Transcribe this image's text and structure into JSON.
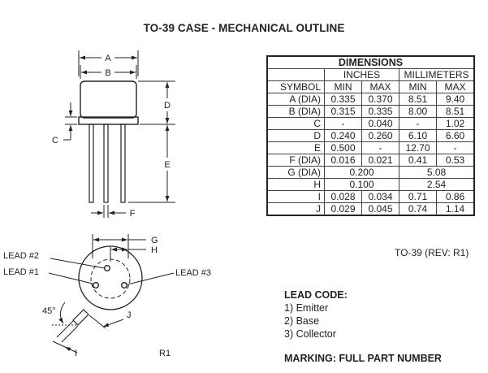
{
  "title": "TO-39 CASE - MECHANICAL OUTLINE",
  "drawing": {
    "side_view": {
      "A": "A",
      "B": "B",
      "C": "C",
      "D": "D",
      "E": "E",
      "F": "F"
    },
    "bottom_view": {
      "G": "G",
      "H": "H",
      "I": "I",
      "J": "J",
      "lead2": "LEAD #2",
      "lead1": "LEAD #1",
      "lead3": "LEAD #3",
      "angle": "45°"
    },
    "revision": "R1"
  },
  "table": {
    "title": "DIMENSIONS",
    "group_inches": "INCHES",
    "group_mm": "MILLIMETERS",
    "col_symbol": "SYMBOL",
    "col_min": "MIN",
    "col_max": "MAX",
    "rows": [
      {
        "symbol": "A (DIA)",
        "in_min": "0.335",
        "in_max": "0.370",
        "mm_min": "8.51",
        "mm_max": "9.40"
      },
      {
        "symbol": "B (DIA)",
        "in_min": "0.315",
        "in_max": "0.335",
        "mm_min": "8.00",
        "mm_max": "8.51"
      },
      {
        "symbol": "C",
        "in_min": "-",
        "in_max": "0.040",
        "mm_min": "-",
        "mm_max": "1.02"
      },
      {
        "symbol": "D",
        "in_min": "0.240",
        "in_max": "0.260",
        "mm_min": "6.10",
        "mm_max": "6.60"
      },
      {
        "symbol": "E",
        "in_min": "0.500",
        "in_max": "-",
        "mm_min": "12.70",
        "mm_max": "-"
      },
      {
        "symbol": "F (DIA)",
        "in_min": "0.016",
        "in_max": "0.021",
        "mm_min": "0.41",
        "mm_max": "0.53"
      },
      {
        "symbol": "G (DIA)",
        "in_nom": "0.200",
        "mm_nom": "5.08"
      },
      {
        "symbol": "H",
        "in_nom": "0.100",
        "mm_nom": "2.54"
      },
      {
        "symbol": "I",
        "in_min": "0.028",
        "in_max": "0.034",
        "mm_min": "0.71",
        "mm_max": "0.86"
      },
      {
        "symbol": "J",
        "in_min": "0.029",
        "in_max": "0.045",
        "mm_min": "0.74",
        "mm_max": "1.14"
      }
    ],
    "revision_note": "TO-39 (REV: R1)"
  },
  "lead_code": {
    "title": "LEAD CODE:",
    "items": [
      "1) Emitter",
      "2) Base",
      "3) Collector"
    ]
  },
  "marking": "MARKING: FULL PART NUMBER"
}
